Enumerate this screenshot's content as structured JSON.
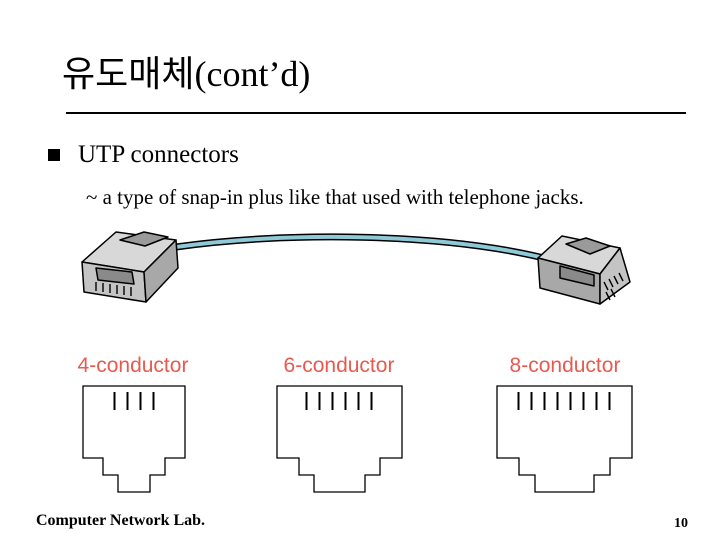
{
  "slide": {
    "title": "유도매체(cont’d)",
    "bullet": "UTP connectors",
    "sub_bullet": "~ a type of snap-in plus like that used with telephone jacks.",
    "footer": "Computer Network Lab.",
    "page_number": "10"
  },
  "figure": {
    "connectors": [
      {
        "label": "4-conductor",
        "pins": 4
      },
      {
        "label": "6-conductor",
        "pins": 6
      },
      {
        "label": "8-conductor",
        "pins": 8
      }
    ],
    "colors": {
      "label": "#e85a50",
      "cable": "#8ec9d8"
    }
  }
}
